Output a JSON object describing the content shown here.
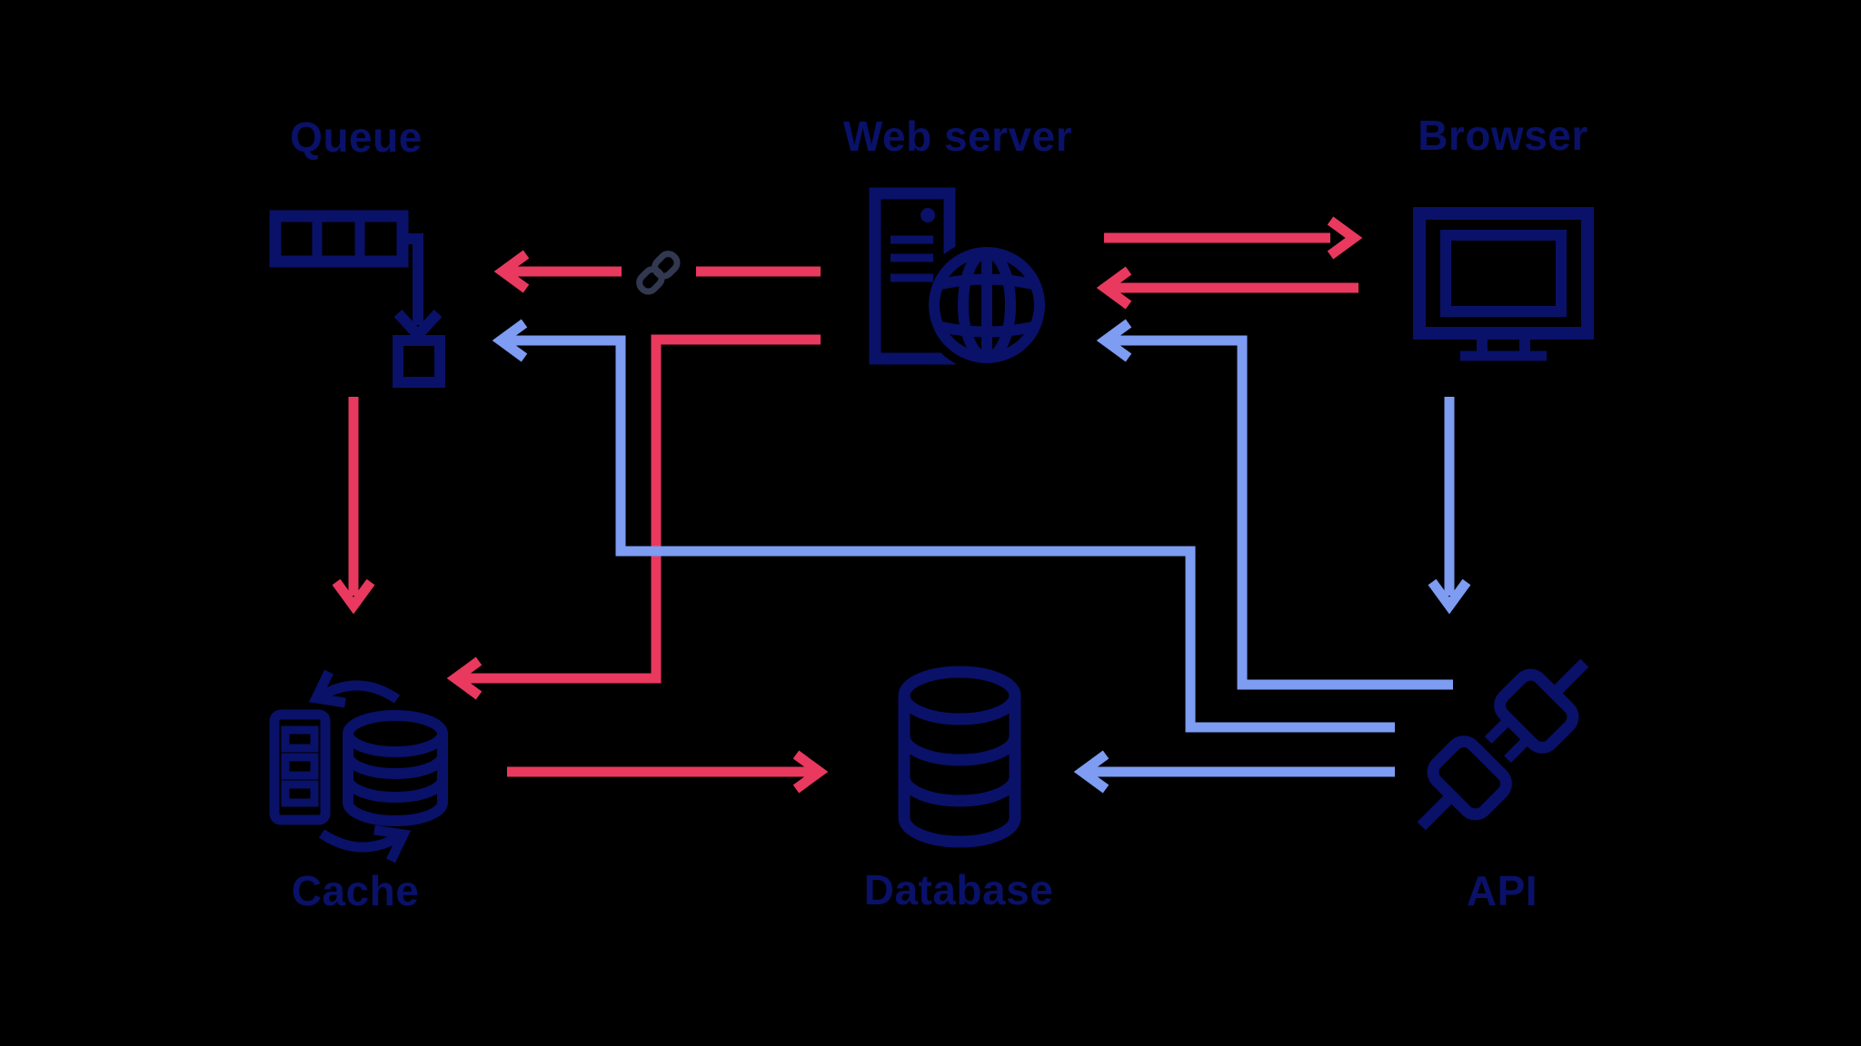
{
  "nodes": {
    "queue": {
      "label": "Queue"
    },
    "web_server": {
      "label": "Web server"
    },
    "browser": {
      "label": "Browser"
    },
    "cache": {
      "label": "Cache"
    },
    "database": {
      "label": "Database"
    },
    "api": {
      "label": "API"
    }
  },
  "colors": {
    "background": "#000000",
    "node-icon": "#0a1168",
    "label-text": "#0a1168",
    "red-flow": "#e9395e",
    "blue-flow": "#7d9cf2",
    "link-icon": "#323850"
  },
  "edges": [
    {
      "from": "Web server",
      "to": "Queue",
      "color": "red",
      "note": "line interrupted by link icon"
    },
    {
      "from": "Web server",
      "to": "Browser",
      "color": "red"
    },
    {
      "from": "Browser",
      "to": "Web server",
      "color": "red"
    },
    {
      "from": "Web server",
      "to": "Cache",
      "color": "red"
    },
    {
      "from": "Queue",
      "to": "Cache",
      "color": "red"
    },
    {
      "from": "Cache",
      "to": "Database",
      "color": "red"
    },
    {
      "from": "API",
      "to": "Web server",
      "color": "blue"
    },
    {
      "from": "API",
      "to": "Queue",
      "color": "blue"
    },
    {
      "from": "API",
      "to": "Database",
      "color": "blue"
    },
    {
      "from": "Browser",
      "to": "API",
      "color": "blue"
    }
  ]
}
